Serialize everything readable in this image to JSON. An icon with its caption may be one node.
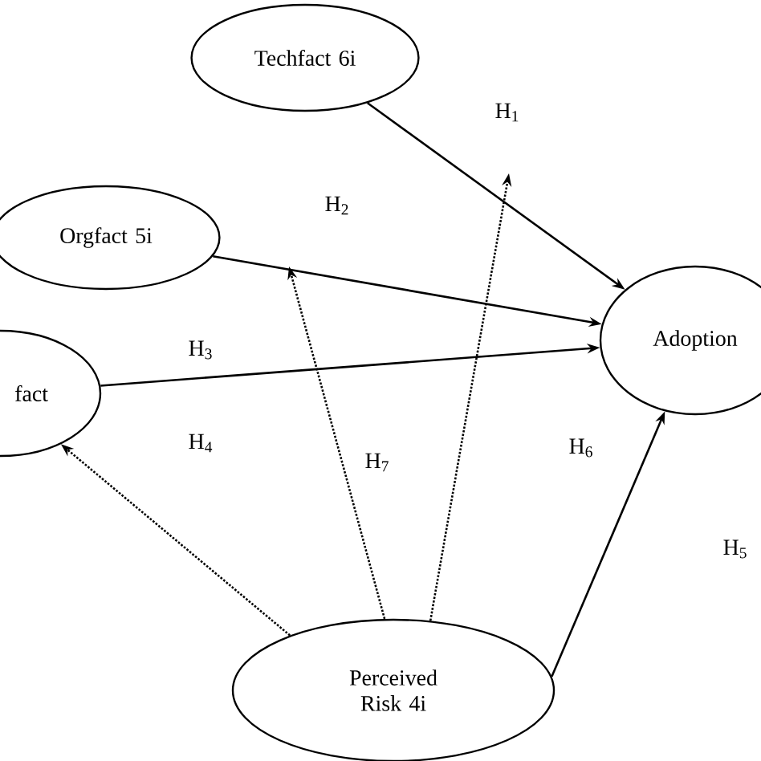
{
  "diagram": {
    "nodes": [
      {
        "text": [
          "Techfact 6i"
        ]
      },
      {
        "text": [
          "Orgfact 5i"
        ]
      },
      {
        "text": [
          "fact"
        ]
      },
      {
        "text": [
          "Adoption"
        ]
      },
      {
        "text": [
          "Perceived Risk 4i"
        ]
      }
    ],
    "edges": [
      {
        "from": 0,
        "to": 3,
        "arrow": "to",
        "label": "H$_{1}$"
      },
      {
        "from": 1,
        "to": 3,
        "arrow": "to",
        "label": "H$_{2}$"
      },
      {
        "from": 2,
        "to": 3,
        "arrow": "to",
        "label": "H$_{3}$"
      },
      {
        "from": 4,
        "to": 2,
        "arrow": "to",
        "label": "H$_{4}$",
        "style": "dashed"
      },
      {
        "from": 4,
        "to": 3,
        "arrow": "to",
        "label": "H$_{5}$"
      },
      {
        "from": 4,
        "to": null,
        "arrow": "to",
        "label": "H$_{6}$",
        "style": "dashed"
      },
      {
        "from": 4,
        "to": null,
        "arrow": "to",
        "label": "H$_{7}$",
        "style": "dashed"
      }
    ]
  }
}
